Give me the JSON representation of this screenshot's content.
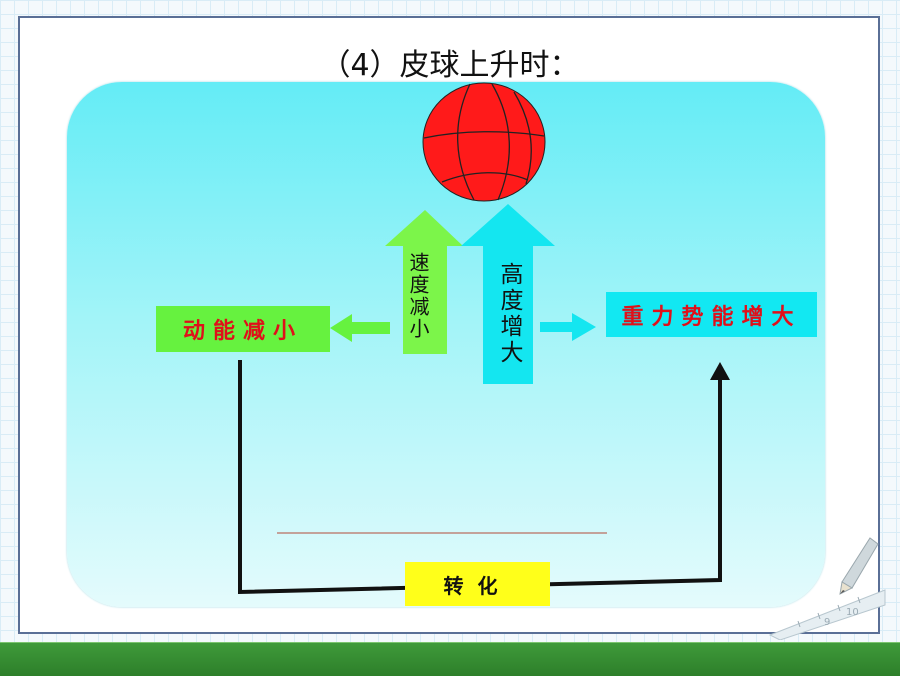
{
  "title": "（4）皮球上升时：",
  "labels": {
    "speed": "速度减小",
    "height": "高度增大",
    "kinetic": "动能减小",
    "potential": "重力势能增大",
    "conversion": "转化"
  },
  "ruler_numbers": [
    "9",
    "10"
  ],
  "colors": {
    "panel": "#64ecf6",
    "ball": "#ff1a1a",
    "kinetic_box": "#66f23f",
    "potential_box": "#12e8f2",
    "conversion_box": "#ffff1a",
    "speed_arrow": "#7cf54a",
    "height_arrow": "#14e6f0",
    "label_text": "#e0101a"
  },
  "icons": [
    "basketball-icon",
    "pencil-icon",
    "ruler-icon"
  ]
}
